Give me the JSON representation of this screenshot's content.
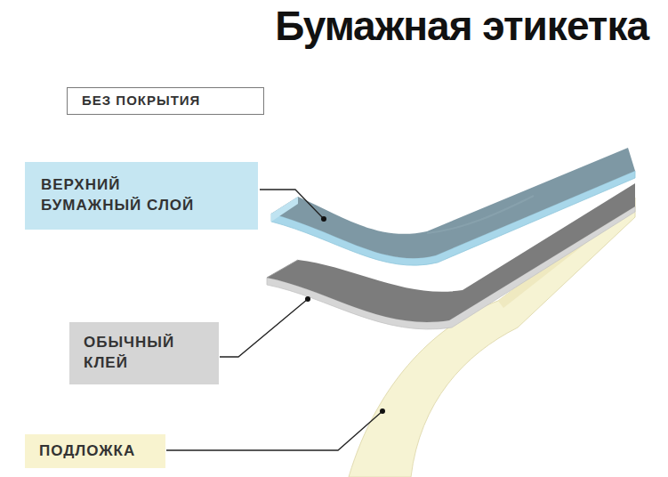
{
  "diagram": {
    "title": "Бумажная этикетка",
    "nodes": [
      {
        "text": [
          "БЕЗ ПОКРЫТИЯ"
        ]
      },
      {
        "text": [
          "ВЕРХНИЙ БУМАЖНЫЙ СЛОЙ"
        ]
      },
      {
        "text": [
          "ОБЫЧНЫЙ КЛЕЙ"
        ]
      },
      {
        "text": [
          "ПОДЛОЖКА"
        ]
      }
    ]
  }
}
